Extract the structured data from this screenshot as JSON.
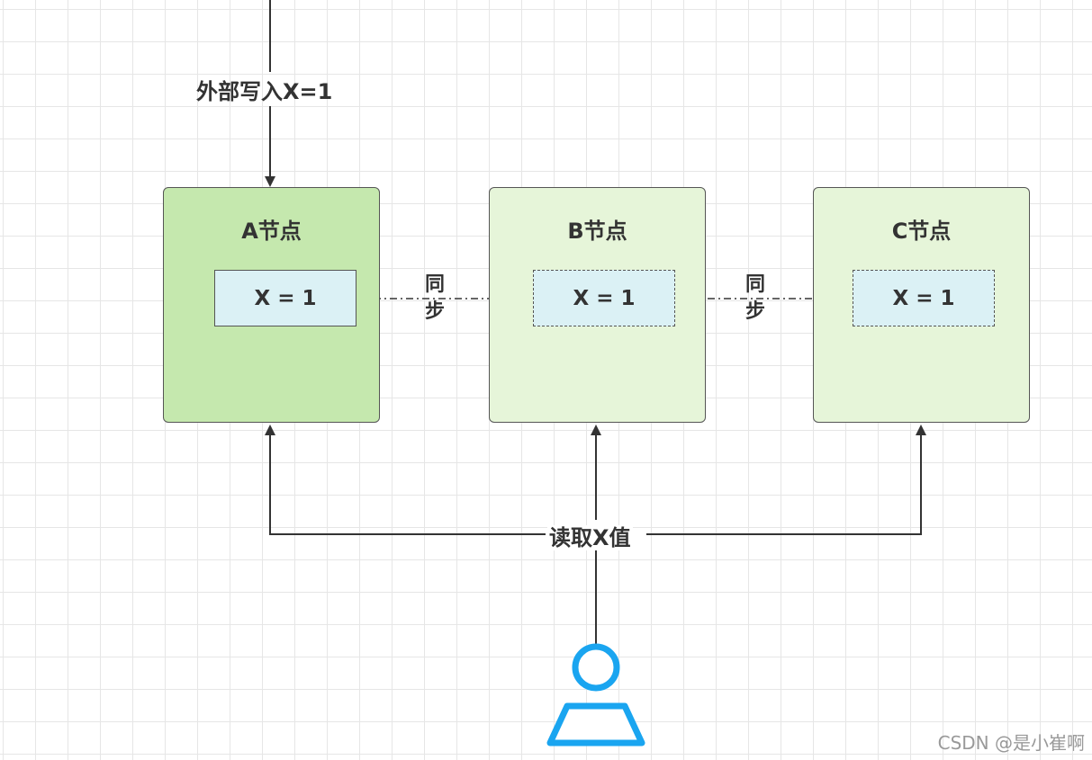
{
  "diagram": {
    "write_label": "外部写入X=1",
    "read_label": "读取X值",
    "sync_chars": [
      "同",
      "步"
    ],
    "nodes": [
      {
        "title": "A节点",
        "value": "X = 1"
      },
      {
        "title": "B节点",
        "value": "X = 1"
      },
      {
        "title": "C节点",
        "value": "X = 1"
      }
    ]
  },
  "watermark": "CSDN @是小崔啊",
  "colors": {
    "node_primary_fill": "#c5e8ae",
    "node_replica_fill": "#e6f5d9",
    "value_fill": "#dbf1f5",
    "line": "#333333",
    "user_icon": "#1aa5f0"
  },
  "icons": {
    "user": "user-icon"
  }
}
